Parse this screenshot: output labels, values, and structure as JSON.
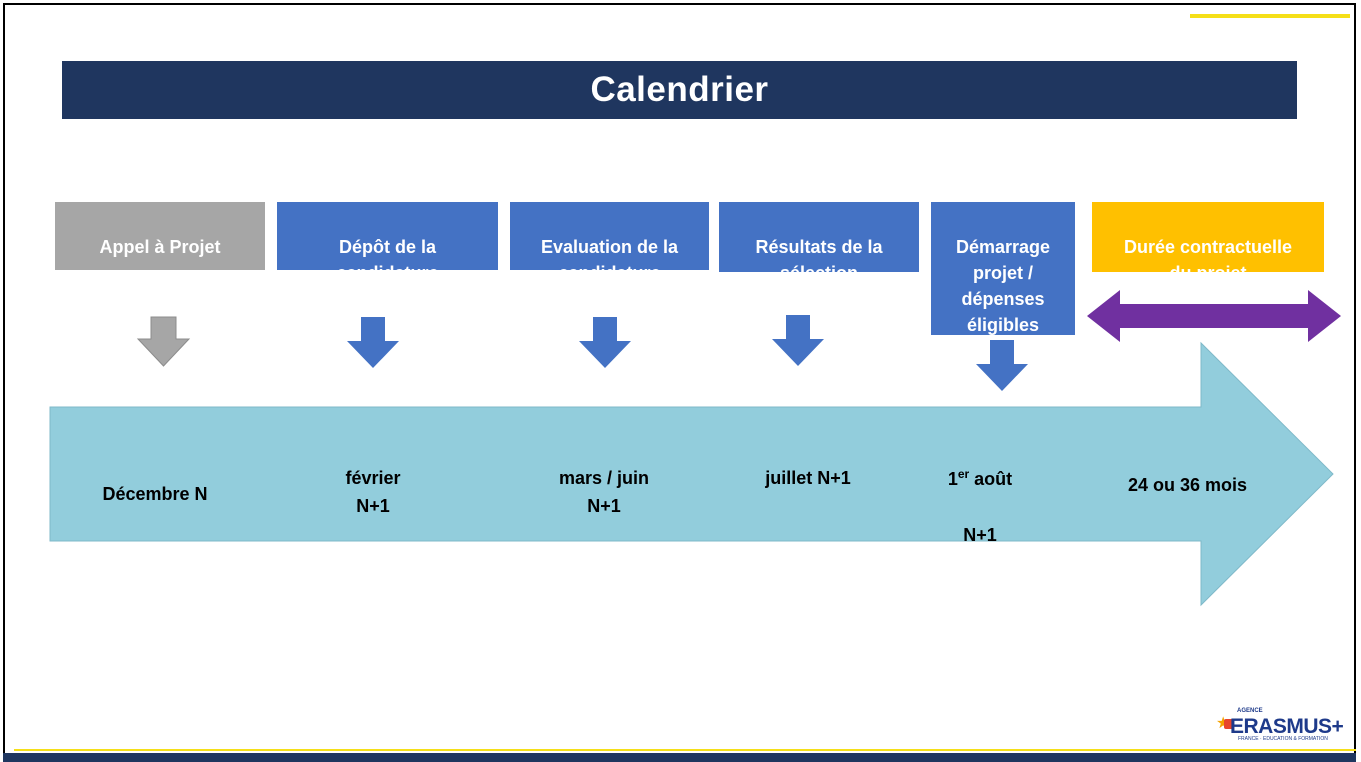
{
  "title": "Calendrier",
  "steps": [
    {
      "label": "Appel à Projet",
      "date": "Décembre N",
      "color": "#a6a6a6"
    },
    {
      "label": "Dépôt de la\ncandidature",
      "date": "février\nN+1",
      "color": "#4472c4"
    },
    {
      "label": "Evaluation de la\ncandidature",
      "date": "mars / juin\nN+1",
      "color": "#4472c4"
    },
    {
      "label": "Résultats de la\nsélection",
      "date": "juillet N+1",
      "color": "#4472c4"
    },
    {
      "label": "Démarrage\nprojet /\ndépenses\néligibles",
      "date_prefix": "1",
      "date_sup": "er",
      "date_suffix": " août",
      "date_line2": "N+1",
      "color": "#4472c4"
    },
    {
      "label": "Durée contractuelle\ndu projet",
      "date": "24 ou 36 mois",
      "color": "#ffc000"
    }
  ],
  "colors": {
    "banner": "#1f365f",
    "timeline_arrow": "#92cddc",
    "duration_arrow": "#7030a0",
    "grey_arrow": "#a6a6a6",
    "blue_arrow": "#4472c4",
    "accent_yellow": "#f5df18"
  },
  "logo": {
    "agence": "AGENCE",
    "name": "ERASMUS+",
    "sub": "FRANCE · EDUCATION & FORMATION"
  }
}
